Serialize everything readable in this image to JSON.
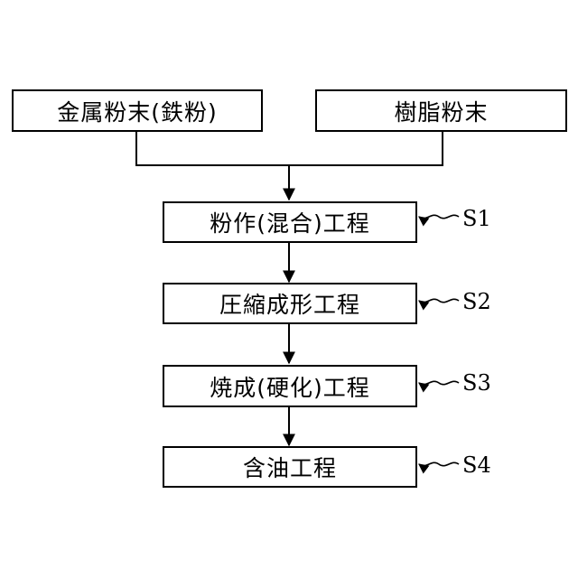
{
  "inputs": {
    "metal_powder": "金属粉末(鉄粉)",
    "resin_powder": "樹脂粉末"
  },
  "steps": [
    {
      "label": "粉作(混合)工程",
      "ref": "S1"
    },
    {
      "label": "圧縮成形工程",
      "ref": "S2"
    },
    {
      "label": "焼成(硬化)工程",
      "ref": "S3"
    },
    {
      "label": "含油工程",
      "ref": "S4"
    }
  ]
}
